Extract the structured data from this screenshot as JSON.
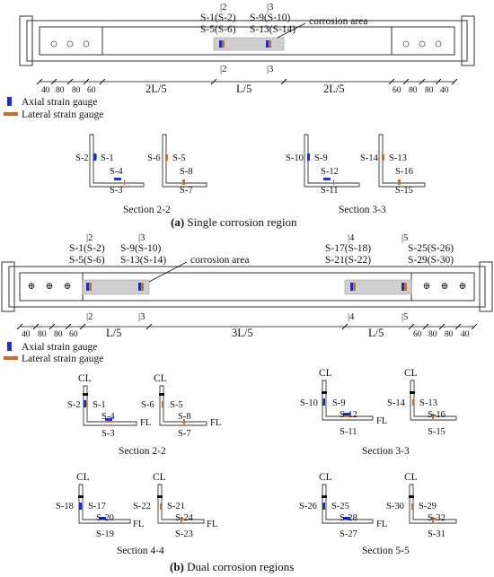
{
  "a": {
    "sections": {
      "s2": "|2",
      "s3": "|3",
      "s2b": "|2",
      "s3b": "|3"
    },
    "labels_top": {
      "l1": "S-1(S-2)",
      "l2": "S-5(S-6)",
      "r1": "S-9(S-10)",
      "r2": "S-13(S-14)"
    },
    "corrosion_label": "corrosion area",
    "dims_left": [
      "40",
      "80",
      "80",
      "60"
    ],
    "dims_right": [
      "60",
      "80",
      "80",
      "40"
    ],
    "spans": [
      "2L/5",
      "L/5",
      "2L/5"
    ],
    "legend": {
      "axial": "Axial strain  gauge",
      "lateral": "Lateral strain gauge"
    },
    "sec22": {
      "g1": "S-2",
      "g2": "S-1",
      "g3": "S-4",
      "g4": "S-3",
      "g5": "S-6",
      "g6": "S-5",
      "g7": "S-8",
      "g8": "S-7",
      "title": "Section 2-2"
    },
    "sec33": {
      "g1": "S-10",
      "g2": "S-9",
      "g3": "S-12",
      "g4": "S-11",
      "g5": "S-14",
      "g6": "S-13",
      "g7": "S-16",
      "g8": "S-15",
      "title": "Section 3-3"
    },
    "caption_letter": "(a)",
    "caption_text": " Single corrosion region"
  },
  "b": {
    "sections": {
      "s2": "|2",
      "s3": "|3",
      "s4": "|4",
      "s5": "|5",
      "s2b": "|2",
      "s3b": "|3",
      "s4b": "|4",
      "s5b": "|5"
    },
    "labels_top": {
      "l1": "S-1(S-2)",
      "l2": "S-5(S-6)",
      "m1": "S-9(S-10)",
      "m2": "S-13(S-14)",
      "n1": "S-17(S-18)",
      "n2": "S-21(S-22)",
      "r1": "S-25(S-26)",
      "r2": "S-29(S-30)"
    },
    "corrosion_label": "corrosion area",
    "dims_left": [
      "40",
      "80",
      "80",
      "60"
    ],
    "dims_right": [
      "60",
      "80",
      "80",
      "40"
    ],
    "spans": [
      "L/5",
      "3L/5",
      "L/5"
    ],
    "legend": {
      "axial": "Axial strain  gauge",
      "lateral": "Lateral strain gauge"
    },
    "cl": "CL",
    "fl": "FL",
    "sec22": {
      "g1": "S-2",
      "g2": "S-1",
      "g3": "S-4",
      "g4": "S-3",
      "g5": "S-6",
      "g6": "S-5",
      "g7": "S-8",
      "g8": "S-7",
      "title": "Section 2-2"
    },
    "sec33": {
      "g1": "S-10",
      "g2": "S-9",
      "g3": "S-12",
      "g4": "S-11",
      "g5": "S-14",
      "g6": "S-13",
      "g7": "S-16",
      "g8": "S-15",
      "title": "Section 3-3"
    },
    "sec44": {
      "g1": "S-18",
      "g2": "S-17",
      "g3": "S-20",
      "g4": "S-19",
      "g5": "S-22",
      "g6": "S-21",
      "g7": "S-24",
      "g8": "S-23",
      "title": "Section 4-4"
    },
    "sec55": {
      "g1": "S-26",
      "g2": "S-25",
      "g3": "S-28",
      "g4": "S-27",
      "g5": "S-30",
      "g6": "S-29",
      "g7": "S-32",
      "g8": "S-31",
      "title": "Section 5-5"
    },
    "caption_letter": "(b)",
    "caption_text": " Dual corrosion regions"
  },
  "colors": {
    "axial": "#1f2fbf",
    "lateral": "#c8702a",
    "corrosion": "#cfcfcf"
  }
}
